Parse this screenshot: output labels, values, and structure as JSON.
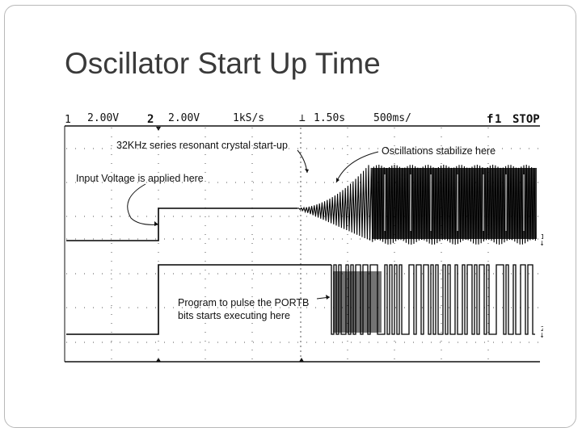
{
  "slide": {
    "title": "Oscillator Start Up Time"
  },
  "scope": {
    "header": {
      "ch1_num": "1",
      "ch1_scale": "2.00V",
      "ch2_num": "2",
      "ch2_scale": "2.00V",
      "sample_rate": "1kS/s",
      "time_offset": "1.50s",
      "time_div": "500ms/",
      "trigger_marker": "f",
      "trigger_num": "1",
      "run_state": "STOP"
    },
    "annotations": {
      "crystal": "32KHz series resonant crystal start-up",
      "stabilize": "Oscillations stabilize here",
      "input_voltage": "Input Voltage is applied here",
      "program_line1": "Program to pulse the PORTB",
      "program_line2": "bits starts executing here"
    },
    "channel_markers": {
      "ch1": "1",
      "ch2": "2"
    },
    "colors": {
      "trace": "#000000",
      "grid": "#555555"
    }
  }
}
